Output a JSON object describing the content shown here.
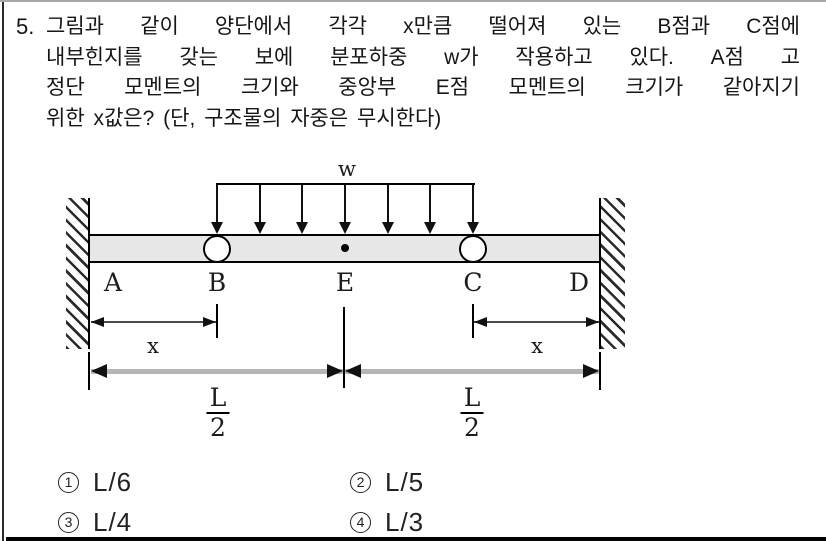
{
  "question": {
    "number": "5.",
    "lines": [
      "그림과 같이 양단에서 각각 x만큼 떨어져 있는 B점과 C점에",
      "내부힌지를 갖는 보에 분포하중 w가 작용하고 있다. A점 고",
      "정단 모멘트의 크기와 중앙부 E점 모멘트의 크기가 같아지기",
      "위한 x값은? (단, 구조물의 자중은 무시한다)"
    ]
  },
  "diagram": {
    "load_label": "w",
    "point_labels": [
      "A",
      "B",
      "E",
      "C",
      "D"
    ],
    "dim_labels": {
      "x_left": "x",
      "x_right": "x"
    },
    "fractions": {
      "left_num": "L",
      "left_den": "2",
      "right_num": "L",
      "right_den": "2"
    },
    "colors": {
      "beam_fill": "#e7e7e7",
      "thick_dim_line": "#b5b5b5",
      "ink": "#000000"
    }
  },
  "options": [
    {
      "number": "1",
      "label": "L/6"
    },
    {
      "number": "2",
      "label": "L/5"
    },
    {
      "number": "3",
      "label": "L/4"
    },
    {
      "number": "4",
      "label": "L/3"
    }
  ]
}
